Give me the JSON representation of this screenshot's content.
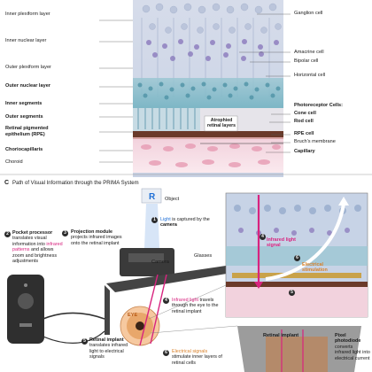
{
  "panel_b": {
    "layer_labels": [
      "Inner plexiform layer",
      "Inner nuclear layer",
      "Outer plexiform layer",
      "Outer nuclear layer",
      "Inner segments",
      "Outer segments",
      "Retinal pigmented",
      "epithelium (RPE)",
      "Choriocapillaris",
      "Choroid"
    ],
    "cell_labels": [
      "Ganglion cell",
      "Amacrine cell",
      "Bipolar cell",
      "Horizontal cell",
      "Photoreceptor Cells:",
      "Cone cell",
      "Rod cell",
      "RPE cell",
      "Bruch’s membrane",
      "Capillary"
    ],
    "atrophy_label": "Atrophied retinal layers"
  },
  "panel_c": {
    "letter": "C",
    "title": "Path of Visual Information through the PRIMA System",
    "object_label": "Object",
    "camera_label": "Camera",
    "glasses_label": "Glasses",
    "eye_label": "EYE",
    "retinal_implant_label": "Retinal implant",
    "steps": [
      {
        "n": "1",
        "parts": [
          "Light",
          " is captured by the ",
          "camera"
        ]
      },
      {
        "n": "2",
        "title": "Pocket processor",
        "text": "translates visual information into ",
        "hl": "infrared patterns",
        "rest": " and allows zoom and brightness adjustments"
      },
      {
        "n": "3",
        "title": "Projection module",
        "text": "projects infrared images onto the retinal implant"
      },
      {
        "n": "4",
        "hl": "Infrared light",
        "text": " travels through the eye to the retinal implant"
      },
      {
        "n": "5",
        "title": "Retinal implant",
        "text": "translates infrared light to electrical signals"
      },
      {
        "n": "6",
        "hl": "Electrical signals",
        "text": " stimulate inner layers of retinal cells"
      }
    ],
    "inset": {
      "infrared_signal": "Infrared light signal",
      "electrical": "Electrical stimulation",
      "marker_4": "4",
      "marker_5": "5",
      "marker_6": "6"
    },
    "photodiode": {
      "title": "Pixel photodiode",
      "text": "converts infrared light into electrical current"
    }
  }
}
